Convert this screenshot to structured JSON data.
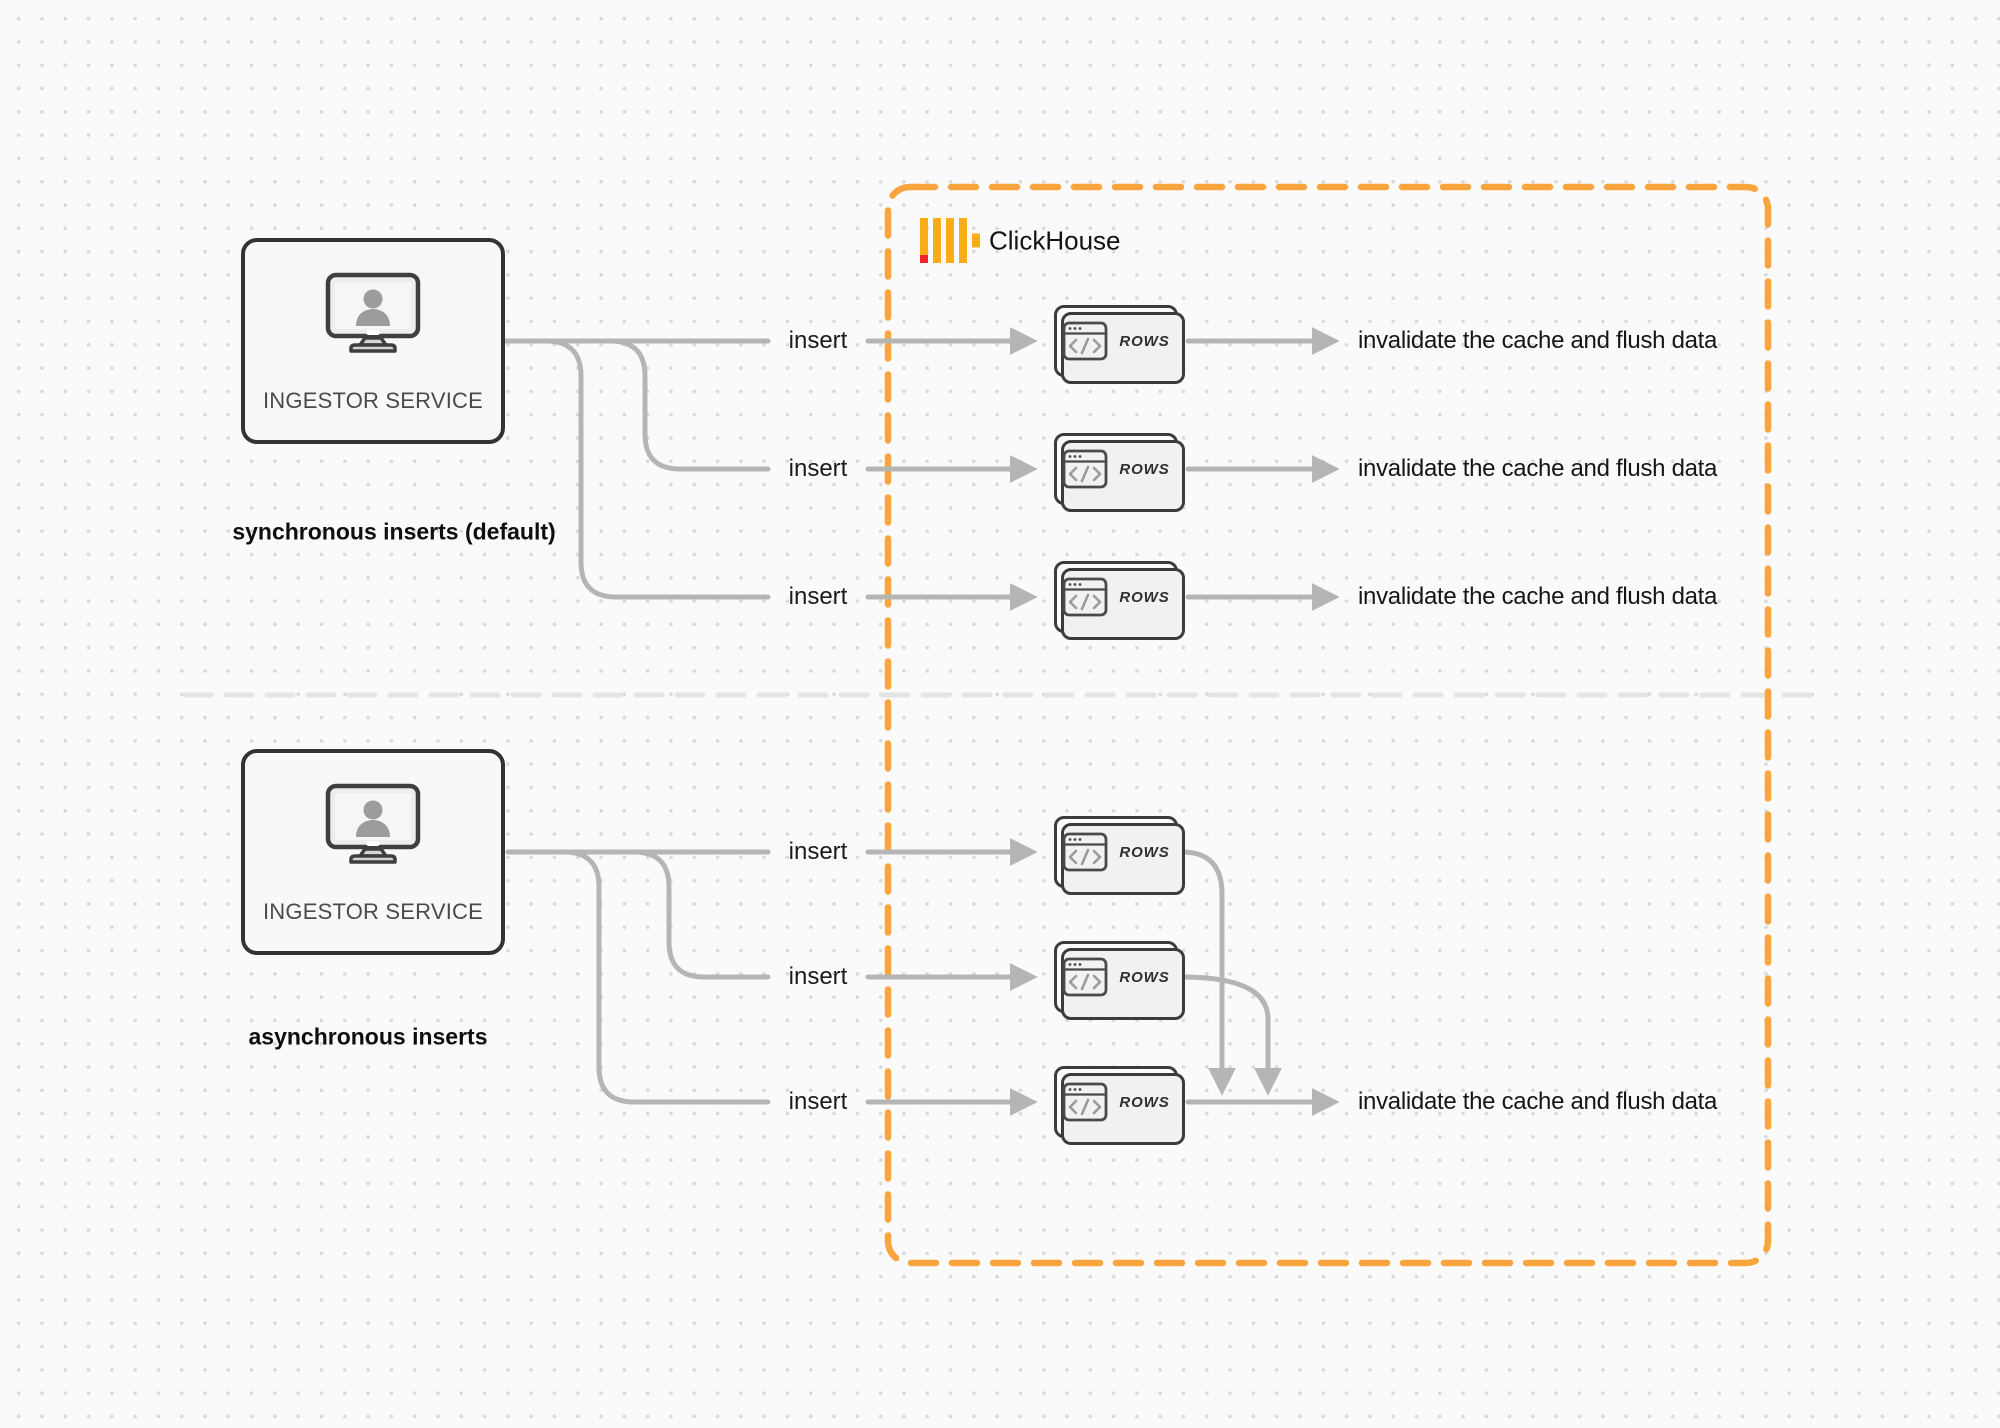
{
  "clickhouse": {
    "title": "ClickHouse",
    "logo_yellow": "#FAAD19",
    "logo_red": "#F5222D",
    "border_orange": "#F9A43C"
  },
  "sync": {
    "section_label": "synchronous inserts (default)",
    "ingestor_label": "INGESTOR SERVICE",
    "inserts": [
      "insert",
      "insert",
      "insert"
    ],
    "rows": [
      "ROWS",
      "ROWS",
      "ROWS"
    ],
    "results": [
      "invalidate the cache and flush data",
      "invalidate the cache and flush data",
      "invalidate the cache and flush data"
    ]
  },
  "async": {
    "section_label": "asynchronous inserts",
    "ingestor_label": "INGESTOR SERVICE",
    "inserts": [
      "insert",
      "insert",
      "insert"
    ],
    "rows": [
      "ROWS",
      "ROWS",
      "ROWS"
    ],
    "result": "invalidate the cache and flush data"
  },
  "colors": {
    "wire_gray": "#B5B5B5",
    "divider_gray": "#E4E4E4",
    "background": "#FAFAFA"
  }
}
